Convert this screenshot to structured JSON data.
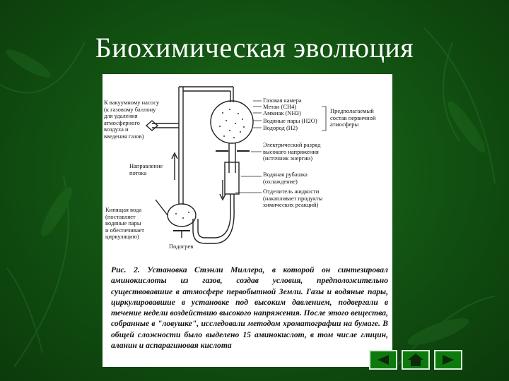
{
  "slide": {
    "title": "Биохимическая эволюция"
  },
  "diagram": {
    "labels": {
      "vacuum_pump": "К вакуумному насосу\n(к газовому баллону\nдля удаления\nатмосферного\nвоздуха и\nвведения газов)",
      "gas_chamber": "Газовая камера",
      "methane": "Метан (CH4)",
      "ammonia": "Аммиак (NH3)",
      "water_vapor": "Водяные пары (H2O)",
      "hydrogen": "Водород (H2)",
      "presumed_atmosphere": "Предполагаемый\nсостав первичной\nатмосферы",
      "electric_discharge": "Электрический разряд\nвысокого напряжения\n(источник энергии)",
      "flow_direction": "Направление\nпотока",
      "water_jacket": "Водяная рубашка\n(охлаждение)",
      "liquid_separator": "Отделитель жидкости\n(накапливает продукты\nхимических реакций)",
      "boiling_water": "Кипящая вода\n(поставляет\nводяные пары\nи обеспечивает\nциркуляцию)",
      "heating": "Подогрев"
    },
    "caption": "Рис. 2. Установка Стэнли Миллера, в которой он синтезировал аминокислоты из газов, создав условия, предположительно существовавшие в атмосфере первобытной Земли. Газы и водяные пары, циркулировавшие в установке под высоким давлением, подвергали в течение недели воздействию высокого напряжения. После этого вещества, собранные в \"ловушке\", исследовали методом хроматографии на бумаге. В общей сложности было выделено 15 аминокислот, в том числе глицин, аланин и аспарагиновая кислота"
  },
  "navigation": {
    "back_icon": "triangle-left-icon",
    "home_icon": "home-icon",
    "forward_icon": "triangle-right-icon"
  }
}
